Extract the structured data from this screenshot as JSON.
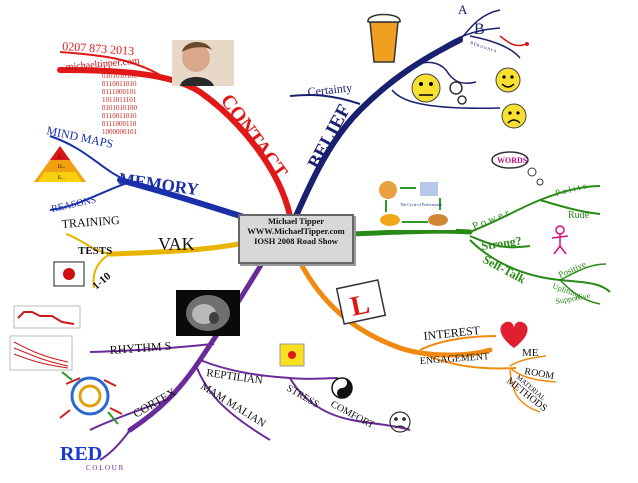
{
  "center": {
    "line1": "Michael Tipper",
    "line2": "WWW.MichaelTipper.com",
    "line3": "IOSH 2008 Road Show"
  },
  "branches": {
    "contact": {
      "label": "CONTACT",
      "phone": "0207 873 2013",
      "site": "michaeltipper.com",
      "binary": [
        "0101010100",
        "0110011010",
        "0111000101",
        "1011011101",
        "0101010100",
        "0110011010",
        "0111000110",
        "1000000101"
      ]
    },
    "memory": {
      "label": "MEMORY",
      "items": [
        "MIND MAPS",
        "REASONS"
      ],
      "pyramid": [
        "C...",
        "D...",
        "E..."
      ]
    },
    "vak": {
      "label": "VAK",
      "training": "TRAINING",
      "tests": "TESTS",
      "range": "1-10"
    },
    "belief": {
      "label": "BELIEF",
      "certainty": "Certainty",
      "letters": [
        "A",
        "B"
      ],
      "small": "8 (/n o o n r a"
    },
    "power": {
      "label": "P o w e r",
      "strong": "Strong?",
      "words": "WORDS",
      "polite": "P o l i t e",
      "rude": "Rude",
      "selftalk": "Self-Talk",
      "positive": "Positive",
      "uplifting": "Uplifting",
      "supportive": "Supportive",
      "cycle": "The Cycle of Performance"
    },
    "interest": {
      "label": "INTEREST",
      "engagement": "ENGAGEMENT",
      "me": "ME",
      "room": "ROOM",
      "material": "MATERIAL",
      "methods": "METHODS",
      "l_plate": "L"
    },
    "brain": {
      "rhythms": "RHYTHM S",
      "reptilian": "REPTILIAN",
      "mammalian": "MAM MALIAN",
      "cortex": "CORTEX",
      "stress": "STRESS",
      "comfort": "COMFORT",
      "red": "RED",
      "colour": "C O L O U R"
    }
  },
  "colors": {
    "contact": "#e01818",
    "memory": "#1a2fa8",
    "vak": "#e8b400",
    "belief": "#1a2070",
    "power": "#2a8a18",
    "interest": "#f08a10",
    "brain": "#6a2a9a"
  }
}
